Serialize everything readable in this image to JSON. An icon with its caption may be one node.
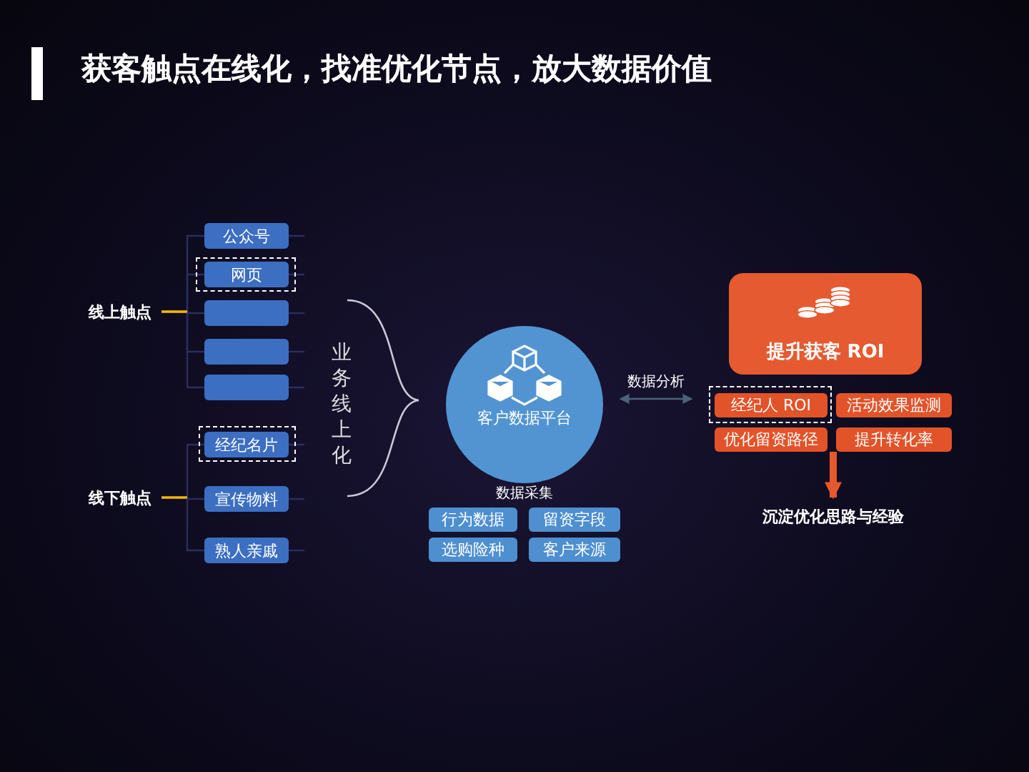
{
  "diagram": {
    "title": "获客触点在线化，找准优化节点，放大数据价值",
    "nodes": [
      {
        "text": [
          "公众号"
        ]
      },
      {
        "text": [
          "网页"
        ]
      },
      {
        "text": [],
        "shape": "box"
      },
      {
        "text": [],
        "shape": "box"
      },
      {
        "text": [],
        "shape": "box"
      },
      {
        "text": [
          "经纪名片"
        ]
      },
      {
        "text": [
          "宣传物料"
        ]
      },
      {
        "text": [
          "熟人亲戚"
        ]
      },
      {
        "text": [
          "线上触点"
        ]
      },
      {
        "text": [
          "线下触点"
        ]
      },
      {
        "text": [
          "客户数据平台"
        ]
      },
      {
        "text": [
          "行为数据"
        ]
      },
      {
        "text": [
          "留资字段"
        ]
      },
      {
        "text": [
          "选购险种"
        ]
      },
      {
        "text": [
          "客户来源"
        ]
      },
      {
        "text": [
          "提升获客 ROI"
        ]
      },
      {
        "text": [
          "经纪人 ROI"
        ]
      },
      {
        "text": [
          "活动效果监测"
        ]
      },
      {
        "text": [
          "优化留资路径"
        ]
      },
      {
        "text": [
          "提升转化率"
        ]
      },
      {
        "text": [
          "沉淀优化思路与经验"
        ]
      }
    ],
    "edges": [
      {
        "from": 8,
        "to": 0,
        "arrow": "none"
      },
      {
        "from": 8,
        "to": 1,
        "arrow": "none"
      },
      {
        "from": 8,
        "to": 2,
        "arrow": "none"
      },
      {
        "from": 8,
        "to": 3,
        "arrow": "none"
      },
      {
        "from": 8,
        "to": 4,
        "arrow": "none"
      },
      {
        "from": 9,
        "to": 5,
        "arrow": "none"
      },
      {
        "from": 9,
        "to": 6,
        "arrow": "none"
      },
      {
        "from": 9,
        "to": 7,
        "arrow": "none"
      },
      {
        "from": 10,
        "to": 16,
        "arrow": "both",
        "label": "数据分析",
        "color": "#4d6078"
      },
      {
        "from": 18,
        "to": 20,
        "arrow": "to",
        "style": "thick",
        "color": "#e8582e"
      }
    ],
    "labels": [
      "业务线上化",
      "数据采集"
    ]
  }
}
